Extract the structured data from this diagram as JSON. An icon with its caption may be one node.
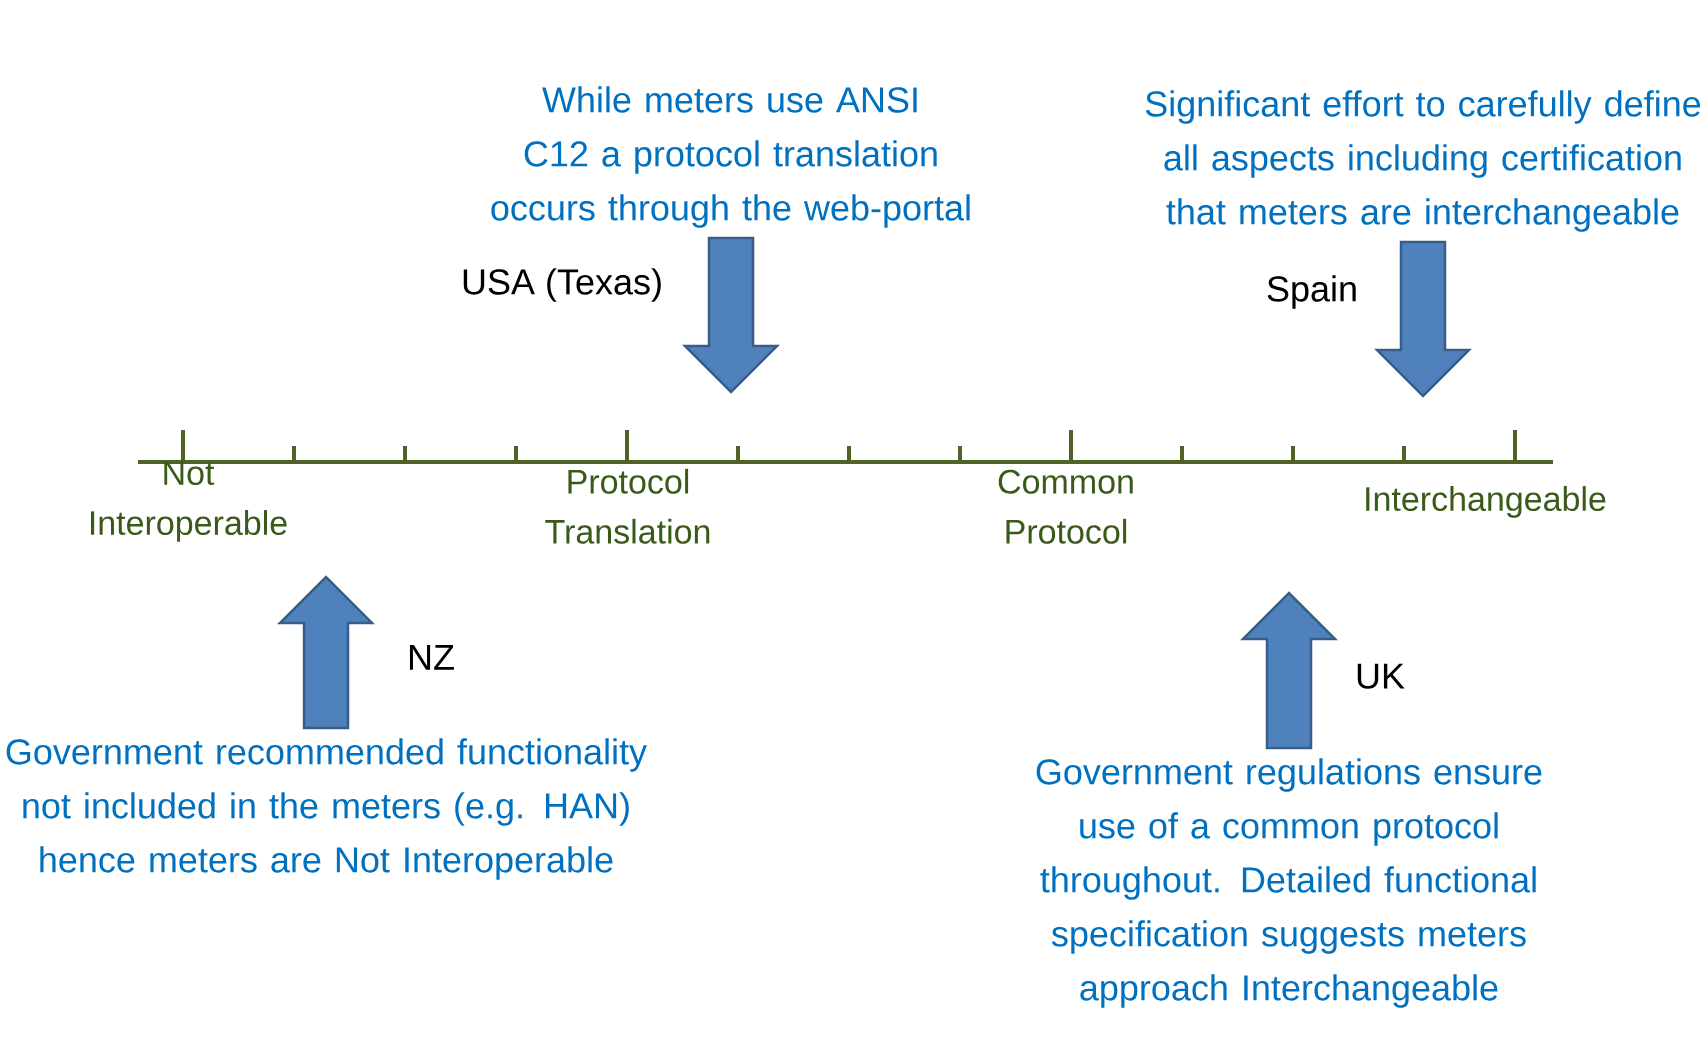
{
  "diagram": {
    "nodes": [
      {
        "text": [
          "While meters use ANSI C12 a protocol translation occurs through the web-portal"
        ]
      },
      {
        "text": [
          "Significant effort to carefully define all aspects including certification that meters are interchangeable"
        ]
      },
      {
        "text": [
          "Government recommended functionality not included in the meters (e.g. HAN) hence meters are Not Interoperable"
        ]
      },
      {
        "text": [
          "Government regulations ensure use of a common protocol throughout. Detailed functional specification suggests meters approach Interchangeable"
        ]
      }
    ],
    "edges": [
      {
        "from": 0,
        "to": null,
        "arrow": "to",
        "label": "USA (Texas)"
      },
      {
        "from": 1,
        "to": null,
        "arrow": "to",
        "label": "Spain"
      },
      {
        "from": 2,
        "to": null,
        "arrow": "to",
        "label": "NZ"
      },
      {
        "from": 3,
        "to": null,
        "arrow": "to",
        "label": "UK"
      }
    ],
    "labels": [
      "Not Interoperable",
      "Protocol Translation",
      "Common Protocol",
      "Interchangeable"
    ]
  }
}
